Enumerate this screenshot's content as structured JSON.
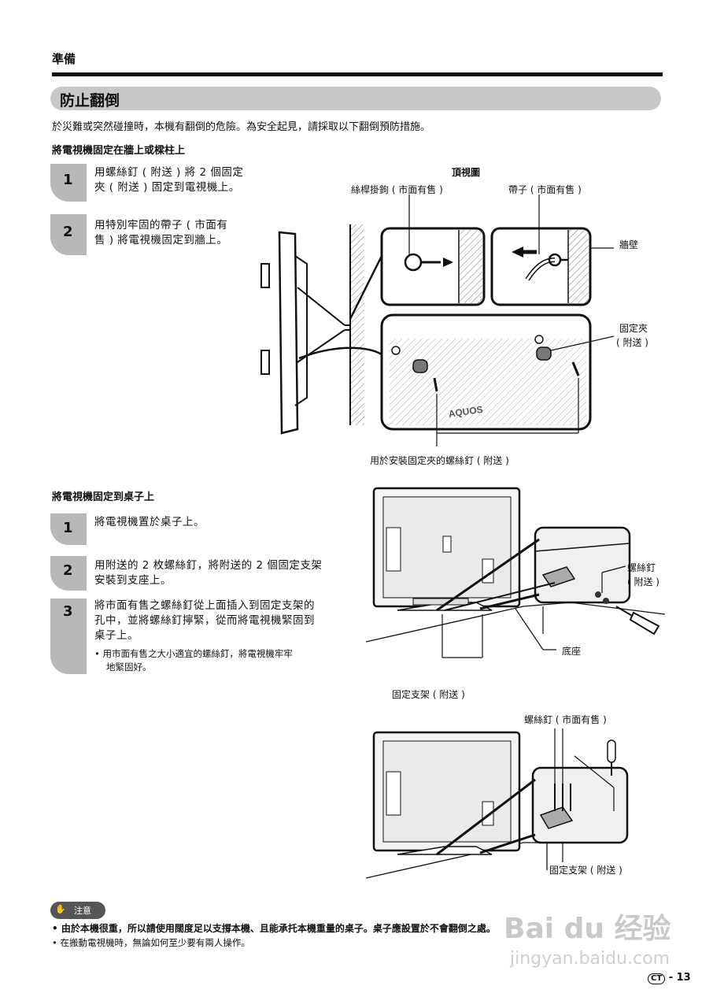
{
  "header": {
    "section": "準備"
  },
  "title": "防止翻倒",
  "intro": "於災難或突然碰撞時，本機有翻倒的危險。為安全起見，請採取以下翻倒預防措施。",
  "wall_section": {
    "heading": "將電視機固定在牆上或樑柱上",
    "steps": [
      {
        "num": "1",
        "lines": [
          "用螺絲釘 ( 附送 ) 將 2 個固定",
          "夾 ( 附送 ) 固定到電視機上。"
        ]
      },
      {
        "num": "2",
        "lines": [
          "用特別牢固的帶子 ( 市面有",
          "售 ) 將電視機固定到牆上。"
        ]
      }
    ],
    "diagram": {
      "top_view": "頂視圖",
      "hook": "絲桿掛鉤 ( 市面有售 )",
      "strap": "帶子 ( 市面有售 )",
      "wall": "牆壁",
      "clamp_l1": "固定夾",
      "clamp_l2": "( 附送 )",
      "screw": "用於安裝固定夾的螺絲釘 ( 附送 )",
      "brand": "AQUOS"
    }
  },
  "desk_section": {
    "heading": "將電視機固定到桌子上",
    "steps": [
      {
        "num": "1",
        "lines": [
          "將電視機置於桌子上。"
        ]
      },
      {
        "num": "2",
        "lines": [
          "用附送的 2 枚螺絲釘，將附送的 2 個固定支架",
          "安裝到支座上。"
        ]
      },
      {
        "num": "3",
        "lines": [
          "將市面有售之螺絲釘從上面插入到固定支架的",
          "孔中，並將螺絲釘擰緊，從而將電視機緊固到",
          "桌子上。"
        ]
      }
    ],
    "bullet_l1": "•  用市面有售之大小適宜的螺絲釘，將電視機牢牢",
    "bullet_l2": "地緊固好。",
    "diagram1": {
      "screw_l1": "螺絲釘",
      "screw_l2": "( 附送 )",
      "base": "底座",
      "bracket": "固定支架 ( 附送 )"
    },
    "diagram2": {
      "screw": "螺絲釘 ( 市面有售 )",
      "bracket": "固定支架 ( 附送 )"
    }
  },
  "notes": {
    "badge": "注意",
    "items": [
      "•  由於本機很重，所以請使用闊度足以支撐本機、且能承托本機重量的桌子。桌子應設置於不會翻倒之處。",
      "•  在搬動電視機時，無論如何至少要有兩人操作。"
    ]
  },
  "footer": {
    "region": "CT",
    "page": "13"
  },
  "watermark": {
    "line1": "Bai du 经验",
    "line2": "jingyan.baidu.com"
  }
}
